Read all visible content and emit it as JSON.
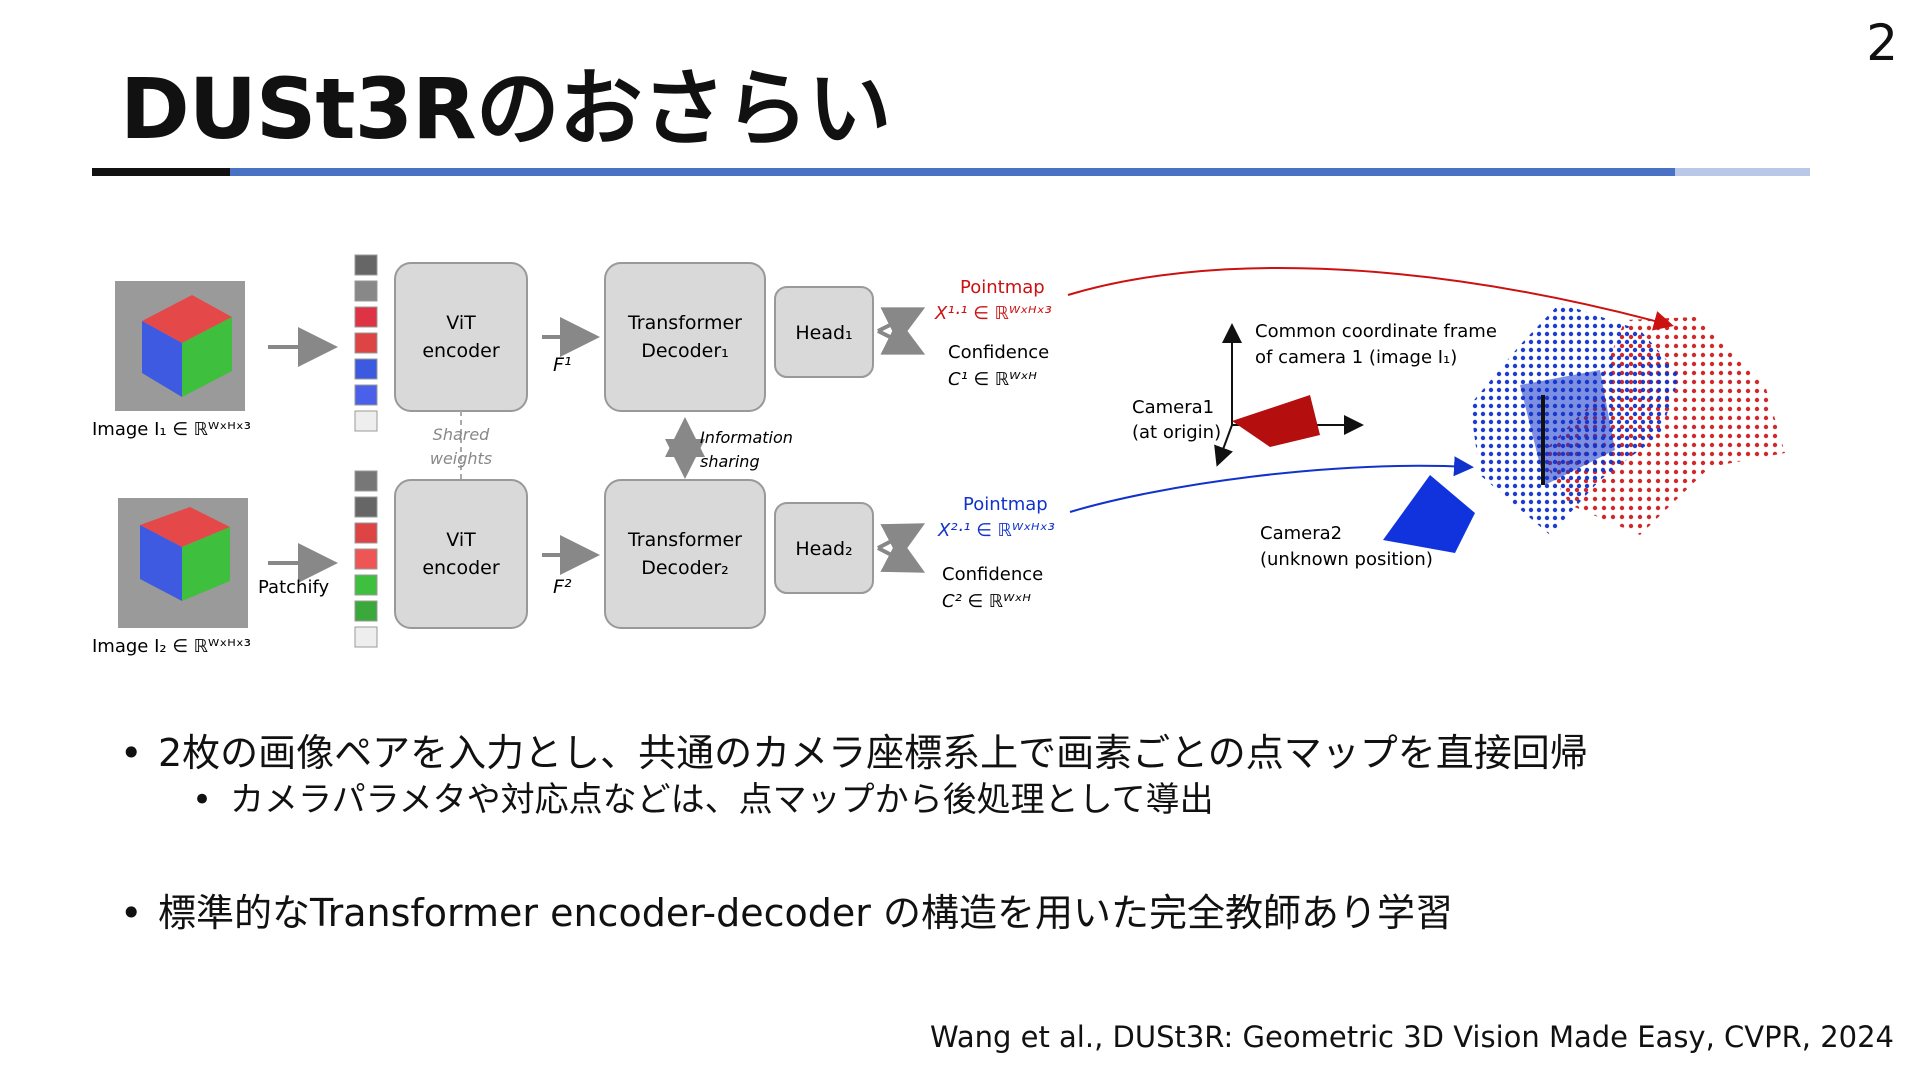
{
  "page_number": "2",
  "title": "DUSt3Rのおさらい",
  "figure": {
    "image1_label": "Image I₁ ∈ ℝᵂˣᴴˣ³",
    "image2_label": "Image I₂ ∈ ℝᵂˣᴴˣ³",
    "patchify": "Patchify",
    "vit_top": "ViT",
    "vit_bottom": "encoder",
    "shared_1": "Shared",
    "shared_2": "weights",
    "f1": "F¹",
    "f2": "F²",
    "decoder_top": "Transformer",
    "decoder1": "Decoder₁",
    "decoder2": "Decoder₂",
    "info_1": "Information",
    "info_2": "sharing",
    "head1": "Head₁",
    "head2": "Head₂",
    "pointmap": "Pointmap",
    "x11": "X¹·¹ ∈ ℝᵂˣᴴˣ³",
    "x21": "X²·¹ ∈ ℝᵂˣᴴˣ³",
    "confidence": "Confidence",
    "c1": "C¹ ∈ ℝᵂˣᴴ",
    "c2": "C² ∈ ℝᵂˣᴴ",
    "frame_1": "Common coordinate frame",
    "frame_2": "of camera 1 (image  I₁)",
    "cam1_1": "Camera1",
    "cam1_2": "(at origin)",
    "cam2_1": "Camera2",
    "cam2_2": "(unknown position)"
  },
  "bullets": {
    "b1": "2枚の画像ペアを入力とし、共通のカメラ座標系上で画素ごとの点マップを直接回帰",
    "b1_sub": "カメラパラメタや対応点などは、点マップから後処理として導出",
    "b2": "標準的なTransformer encoder-decoder の構造を用いた完全教師あり学習"
  },
  "citation": "Wang et al., DUSt3R: Geometric 3D Vision Made Easy, CVPR, 2024",
  "colors": {
    "accent_blue": "#4a72c4",
    "pointmap_red": "#cc1111",
    "pointmap_blue": "#1133cc"
  }
}
